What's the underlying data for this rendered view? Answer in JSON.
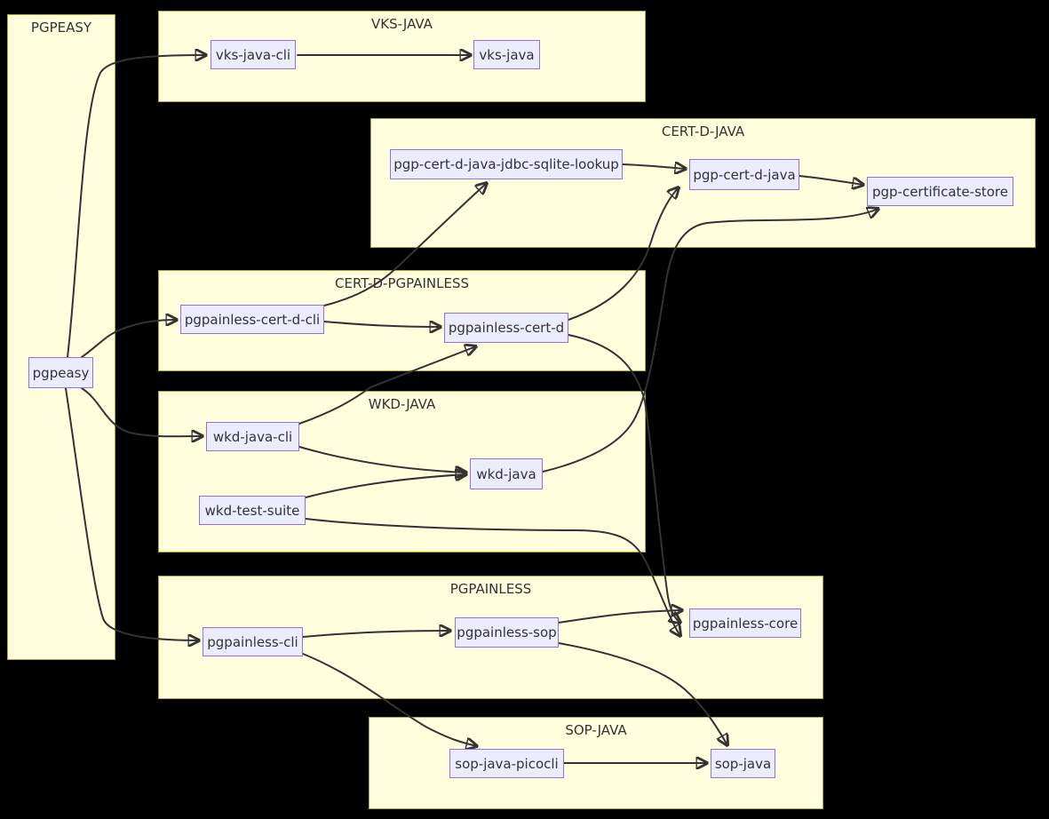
{
  "diagram": {
    "type": "flowchart",
    "background": "#000000",
    "colors": {
      "group_fill": "#ffffde",
      "group_border": "#aaaa33",
      "node_fill": "#ececff",
      "node_border": "#9370db",
      "edge": "#333333",
      "text": "#333333"
    },
    "groups": {
      "pgpeasy_group": {
        "title": "PGPEASY"
      },
      "vks_java_group": {
        "title": "VKS-JAVA"
      },
      "cert_d_java_group": {
        "title": "CERT-D-JAVA"
      },
      "cert_d_pgpainless_group": {
        "title": "CERT-D-PGPAINLESS"
      },
      "wkd_java_group": {
        "title": "WKD-JAVA"
      },
      "pgpainless_group": {
        "title": "PGPAINLESS"
      },
      "sop_java_group": {
        "title": "SOP-JAVA"
      }
    },
    "nodes": {
      "pgpeasy": {
        "label": "pgpeasy"
      },
      "vks_java_cli": {
        "label": "vks-java-cli"
      },
      "vks_java": {
        "label": "vks-java"
      },
      "jdbc_sqlite_lookup": {
        "label": "pgp-cert-d-java-jdbc-sqlite-lookup"
      },
      "pgp_cert_d_java": {
        "label": "pgp-cert-d-java"
      },
      "pgp_certificate_store": {
        "label": "pgp-certificate-store"
      },
      "pgpainless_cert_d_cli": {
        "label": "pgpainless-cert-d-cli"
      },
      "pgpainless_cert_d": {
        "label": "pgpainless-cert-d"
      },
      "wkd_java_cli": {
        "label": "wkd-java-cli"
      },
      "wkd_java": {
        "label": "wkd-java"
      },
      "wkd_test_suite": {
        "label": "wkd-test-suite"
      },
      "pgpainless_cli": {
        "label": "pgpainless-cli"
      },
      "pgpainless_sop": {
        "label": "pgpainless-sop"
      },
      "pgpainless_core": {
        "label": "pgpainless-core"
      },
      "sop_java_picocli": {
        "label": "sop-java-picocli"
      },
      "sop_java": {
        "label": "sop-java"
      }
    },
    "edges": [
      {
        "from": "pgpeasy",
        "to": "vks-java-cli"
      },
      {
        "from": "pgpeasy",
        "to": "pgpainless-cert-d-cli"
      },
      {
        "from": "pgpeasy",
        "to": "wkd-java-cli"
      },
      {
        "from": "pgpeasy",
        "to": "pgpainless-cli"
      },
      {
        "from": "vks-java-cli",
        "to": "vks-java"
      },
      {
        "from": "pgpainless-cert-d-cli",
        "to": "pgp-cert-d-java-jdbc-sqlite-lookup"
      },
      {
        "from": "pgpainless-cert-d-cli",
        "to": "pgpainless-cert-d"
      },
      {
        "from": "pgp-cert-d-java-jdbc-sqlite-lookup",
        "to": "pgp-cert-d-java"
      },
      {
        "from": "pgp-cert-d-java",
        "to": "pgp-certificate-store"
      },
      {
        "from": "pgpainless-cert-d",
        "to": "pgp-cert-d-java"
      },
      {
        "from": "pgpainless-cert-d",
        "to": "pgpainless-core"
      },
      {
        "from": "wkd-java-cli",
        "to": "wkd-java"
      },
      {
        "from": "wkd-java-cli",
        "to": "pgpainless-cert-d"
      },
      {
        "from": "wkd-test-suite",
        "to": "wkd-java"
      },
      {
        "from": "wkd-test-suite",
        "to": "pgpainless-core"
      },
      {
        "from": "wkd-java",
        "to": "pgp-certificate-store"
      },
      {
        "from": "pgpainless-cli",
        "to": "pgpainless-sop"
      },
      {
        "from": "pgpainless-cli",
        "to": "sop-java-picocli"
      },
      {
        "from": "pgpainless-sop",
        "to": "pgpainless-core"
      },
      {
        "from": "pgpainless-sop",
        "to": "sop-java"
      },
      {
        "from": "sop-java-picocli",
        "to": "sop-java"
      }
    ]
  }
}
